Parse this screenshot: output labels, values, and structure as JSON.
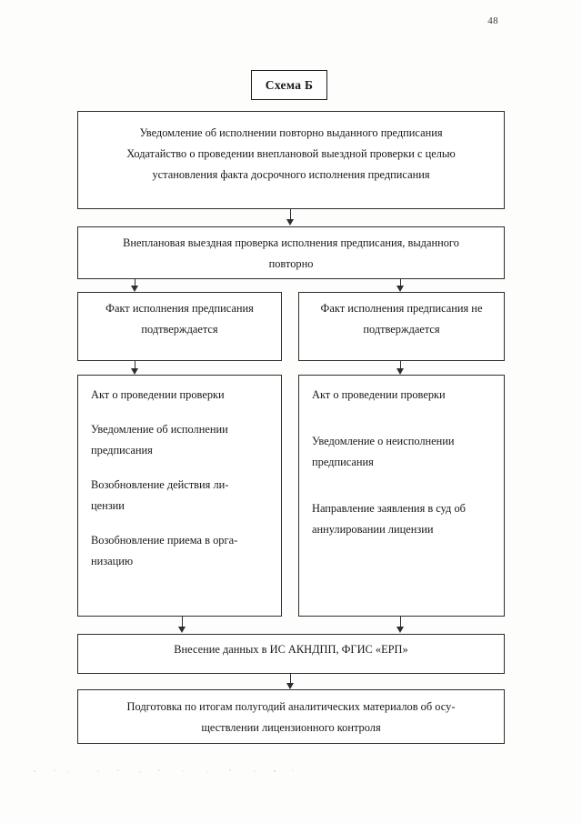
{
  "page": {
    "number": "48"
  },
  "title_box": {
    "label": "Схема Б"
  },
  "nodes": {
    "notification": {
      "line1": "Уведомление об исполнении повторно выданного предписания",
      "line2": "Ходатайство о проведении внеплановой выездной проверки с целью",
      "line3": "установления факта досрочного исполнения предписания"
    },
    "inspection": {
      "line1": "Внеплановая выездная проверка исполнения предписания, выданного",
      "line2": "повторно"
    },
    "branch_confirmed": {
      "line1": "Факт исполнения предписания",
      "line2": "подтверждается"
    },
    "branch_not_confirmed": {
      "line1": "Факт исполнения предписания не",
      "line2": "подтверждается"
    },
    "actions_confirmed": {
      "items": [
        "Акт о проведении проверки",
        "Уведомление об исполнении предписания",
        "Возобновление действия ли-цензии",
        "Возобновление приема в орга-низацию"
      ],
      "item1": "Акт о проведении проверки",
      "item2_line1": "Уведомление об исполнении",
      "item2_line2": "предписания",
      "item3_line1": "Возобновление действия ли-",
      "item3_line2": "цензии",
      "item4_line1": "Возобновление приема в орга-",
      "item4_line2": "низацию"
    },
    "actions_not_confirmed": {
      "items": [
        "Акт о проведении проверки",
        "Уведомление о неисполнении предписания",
        "Направление заявления в суд об аннулировании лицензии"
      ],
      "item1": "Акт о проведении проверки",
      "item2_line1": "Уведомление о неисполнении",
      "item2_line2": "предписания",
      "item3_line1": "Направление заявления в суд об",
      "item3_line2": "аннулировании лицензии"
    },
    "data_entry": {
      "line1": "Внесение данных в ИС АКНДПП, ФГИС «ЕРП»"
    },
    "analytics": {
      "line1": "Подготовка по итогам полугодий аналитических материалов об осу-",
      "line2": "ществлении лицензионного контроля"
    }
  }
}
